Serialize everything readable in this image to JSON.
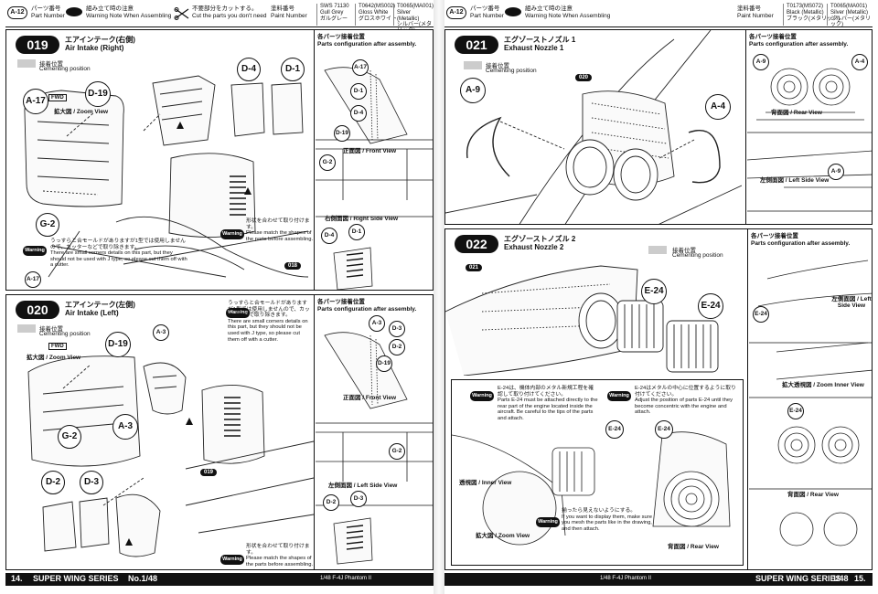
{
  "header": {
    "badge": "A-12",
    "part_jp": "パーツ番号",
    "part_en": "Part Number",
    "warn_jp": "組み立て時の注意",
    "warn_en": "Warning Note When Assembling",
    "cut_jp": "不要部分をカットする。",
    "cut_en": "Cut the parts you don't need",
    "paint_jp": "塗料番号",
    "paint_en": "Paint Number",
    "paints": [
      {
        "code": "SWS 71130",
        "name": "Gull Grey",
        "jp": "ガルグレー"
      },
      {
        "code": "T0642(MS002)",
        "name": "Gloss White",
        "jp": "グロスホワイト"
      },
      {
        "code": "T0065(MA001)",
        "name": "Silver (Metallic)",
        "jp": "シルバー(メタリック)"
      }
    ],
    "paints_right": [
      {
        "code": "T0173(MS072)",
        "name": "Black (Metallic)",
        "jp": "ブラック(メタリック)"
      },
      {
        "code": "T0065(MA001)",
        "name": "Silver (Metallic)",
        "jp": "シルバー(メタリック)"
      }
    ]
  },
  "common": {
    "cement_jp": "接着位置",
    "cement_en": "Cementing position",
    "parts_config_jp": "各パーツ接着位置",
    "parts_config_en": "Parts configuration after assembly.",
    "warning": "Warning",
    "front_view": "正面図 / Front View",
    "right_side_view": "右側面図 / Right Side View",
    "left_side_view": "左側面図 / Left Side View",
    "zoom_view": "拡大図 / Zoom View",
    "rear_view": "背面図 / Rear View",
    "left_side_view_r": "左側面図 / Left Side View",
    "inner_view": "透視図 / Inner View",
    "zoom_inner_view": "拡大透視図 / Zoom Inner View"
  },
  "step019": {
    "num": "019",
    "title_jp": "エアインテーク(右側)",
    "title_en": "Air Intake (Right)",
    "note1_jp": "うっすらと合モールドがありますが1型では使用しませんので、カッターなどで取り除きます。",
    "note1_en": "There are small corners details on this part, but they should not be used with J type, so please cut them off with a cutter.",
    "note2_jp": "形状を合わせて取り付けます。",
    "note2_en": "Please match the shapes of the parts before assembling.",
    "tag": "018",
    "callouts": [
      "A-17",
      "D-19",
      "G-2",
      "D-4",
      "D-1",
      "A-17"
    ],
    "fwd": "FWD",
    "zoom": "拡大図 / Zoom View"
  },
  "step020": {
    "num": "020",
    "title_jp": "エアインテーク(左側)",
    "title_en": "Air Intake (Left)",
    "note1_jp": "うっすらと合モールドがありますが1型では使用しませんので、カッターなどで取り除きます。",
    "note1_en": "There are small corners details on this part, but they should not be used with J type, so please cut them off with a cutter.",
    "note2_jp": "形状を合わせて取り付けます。",
    "note2_en": "Please match the shapes of the parts before assembling.",
    "tag": "019",
    "callouts": [
      "D-19",
      "A-3",
      "G-2",
      "D-2",
      "D-3",
      "A-3"
    ],
    "fwd": "FWD"
  },
  "step021": {
    "num": "021",
    "title_jp": "エグゾーストノズル 1",
    "title_en": "Exhaust Nozzle 1",
    "tag": "020",
    "callouts": [
      "A-9",
      "A-4"
    ]
  },
  "step022": {
    "num": "022",
    "title_jp": "エグゾーストノズル 2",
    "title_en": "Exhaust Nozzle 2",
    "tag": "021",
    "callouts": [
      "E-24",
      "E-24"
    ],
    "note1_jp": "E-24は、機体内部のメタル新規工程を確認して取り付けてください。",
    "note1_en": "Parts E-24 must be attached directly to the rear part of the engine located inside the aircraft. Be careful to the tips of the parts and attach.",
    "note2_jp": "E-24はメタルの中心に位置するように取り付けてください。",
    "note2_en": "Adjust the position of parts E-24 until they become concentric with the engine and attach.",
    "note3_jp": "揃ったら見えないようにする。",
    "note3_en": "If you want to display them, make sure you mesh the parts like in the drawing, and then attach."
  },
  "footer_left": {
    "page": "14.",
    "series": "SUPER WING SERIES",
    "scale": "No.1/48",
    "brand": "1/48  F-4J Phantom II"
  },
  "footer_right": {
    "brand": "1/48  F-4J Phantom II",
    "series": "SUPER WING SERIES",
    "scale": "1/48",
    "page": "15."
  }
}
